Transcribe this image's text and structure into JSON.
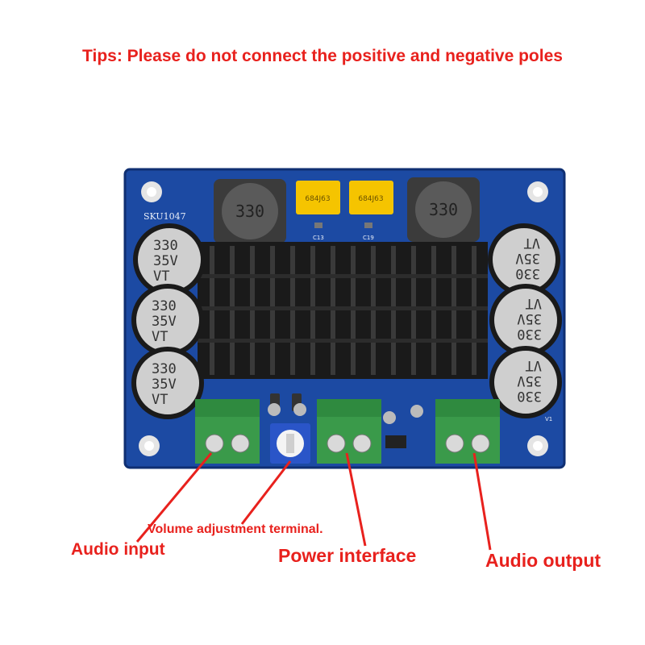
{
  "tip": "Tips: Please do not connect the positive and negative poles",
  "labels": {
    "volume": "Volume adjustment terminal.",
    "audio_input": "Audio input",
    "power": "Power interface",
    "audio_output": "Audio output"
  },
  "board": {
    "sku": "SKU1047",
    "inductor_value": "330",
    "yellow_cap_left": "684J63",
    "yellow_cap_right": "684J63",
    "c13": "C13",
    "c19": "C19",
    "cap_line1": "330",
    "cap_line2": "35V",
    "cap_line3": "VT",
    "v1": "V1"
  },
  "colors": {
    "label_red": "#e8211d",
    "pcb_blue": "#1c4aa3",
    "heatsink": "#1a1a1a",
    "terminal_green": "#3a9a4a"
  }
}
